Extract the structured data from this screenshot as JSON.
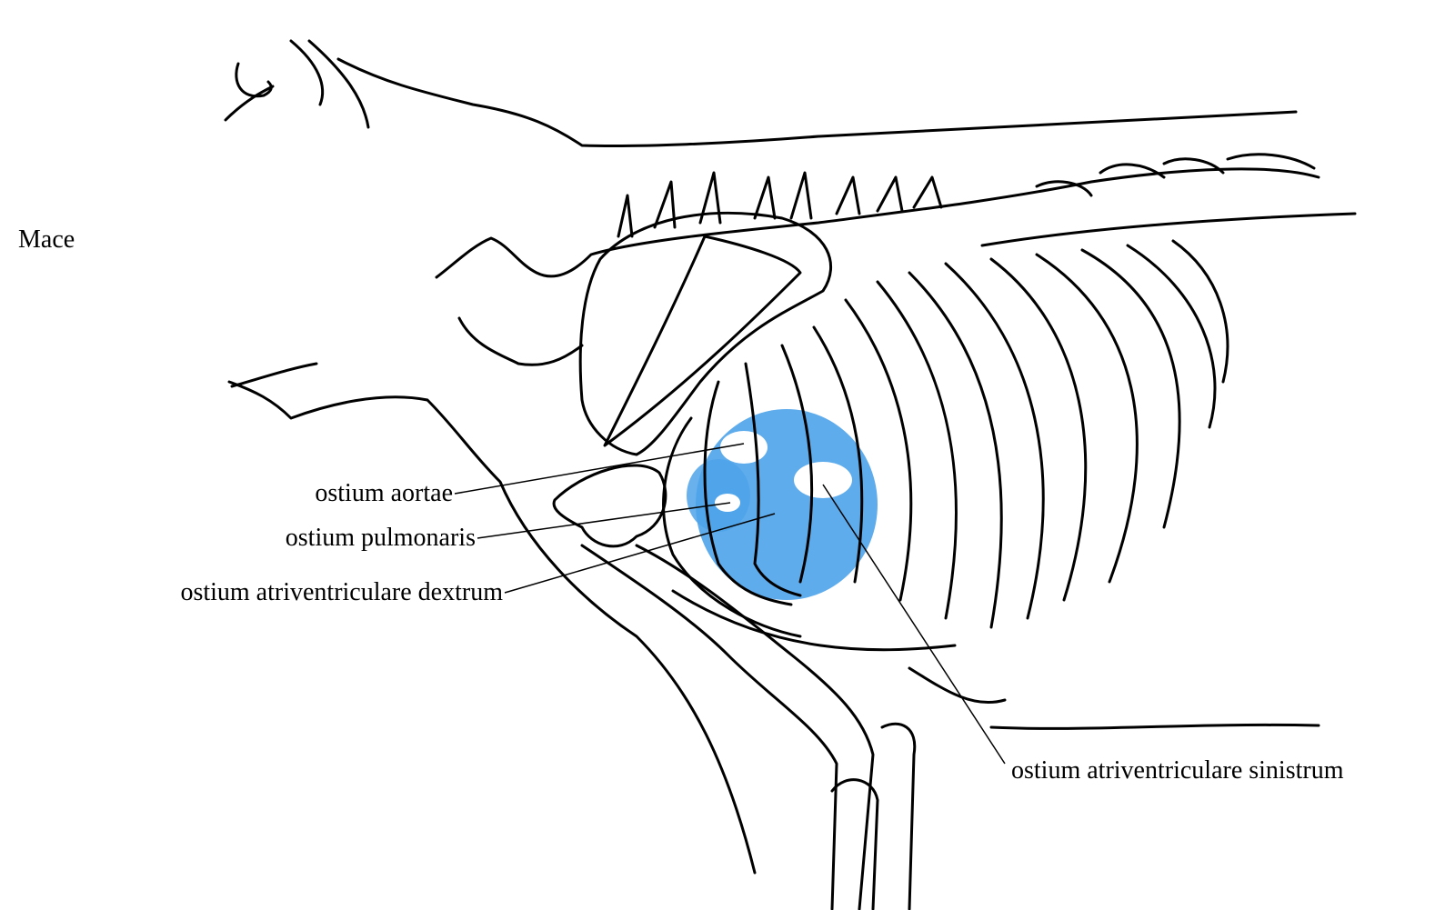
{
  "title": "Mace",
  "labels": {
    "aortae": "ostium aortae",
    "pulmonaris": "ostium pulmonaris",
    "dextrum": "ostium atriventriculare dextrum",
    "sinistrum": "ostium atriventriculare sinistrum"
  },
  "colors": {
    "heart_area": "#4ea3ea",
    "line": "#000000"
  }
}
